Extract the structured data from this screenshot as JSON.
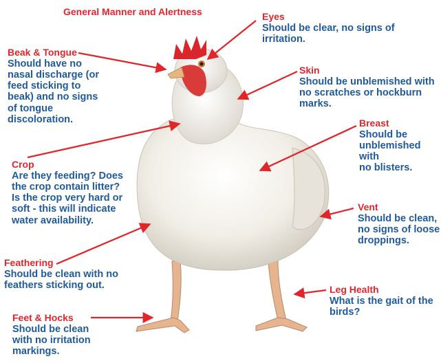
{
  "header": {
    "title": "General Manner and Alertness"
  },
  "colors": {
    "title_red": "#e0262b",
    "text_blue": "#1f5a9c",
    "arrow_red": "#e0262b"
  },
  "callouts": {
    "eyes": {
      "title": "Eyes",
      "lines": [
        "Should be clear, no signs of",
        "irritation."
      ]
    },
    "beak": {
      "title": "Beak & Tongue",
      "lines": [
        "Should have no",
        "nasal discharge (or",
        "feed sticking to",
        "beak) and no signs",
        "of tongue",
        "discoloration."
      ]
    },
    "skin": {
      "title": "Skin",
      "lines": [
        "Should be unblemished with",
        "no scratches or hockburn",
        "marks."
      ]
    },
    "breast": {
      "title": "Breast",
      "lines": [
        "Should be",
        "unblemished with",
        "no blisters."
      ]
    },
    "crop": {
      "title": "Crop",
      "lines": [
        "Are they feeding? Does",
        "the crop contain litter?",
        "Is the crop very hard or",
        "soft  - this will indicate",
        "water availability."
      ]
    },
    "vent": {
      "title": "Vent",
      "lines": [
        "Should be clean,",
        "no signs of loose",
        "droppings."
      ]
    },
    "feather": {
      "title": "Feathering",
      "lines": [
        "Should be clean with no",
        "feathers sticking out."
      ]
    },
    "leg": {
      "title": "Leg Health",
      "lines": [
        "What is the gait of the",
        "birds?"
      ]
    },
    "feet": {
      "title": "Feet & Hocks",
      "lines": [
        "Should be clean",
        "with no irritation",
        "markings."
      ]
    }
  }
}
